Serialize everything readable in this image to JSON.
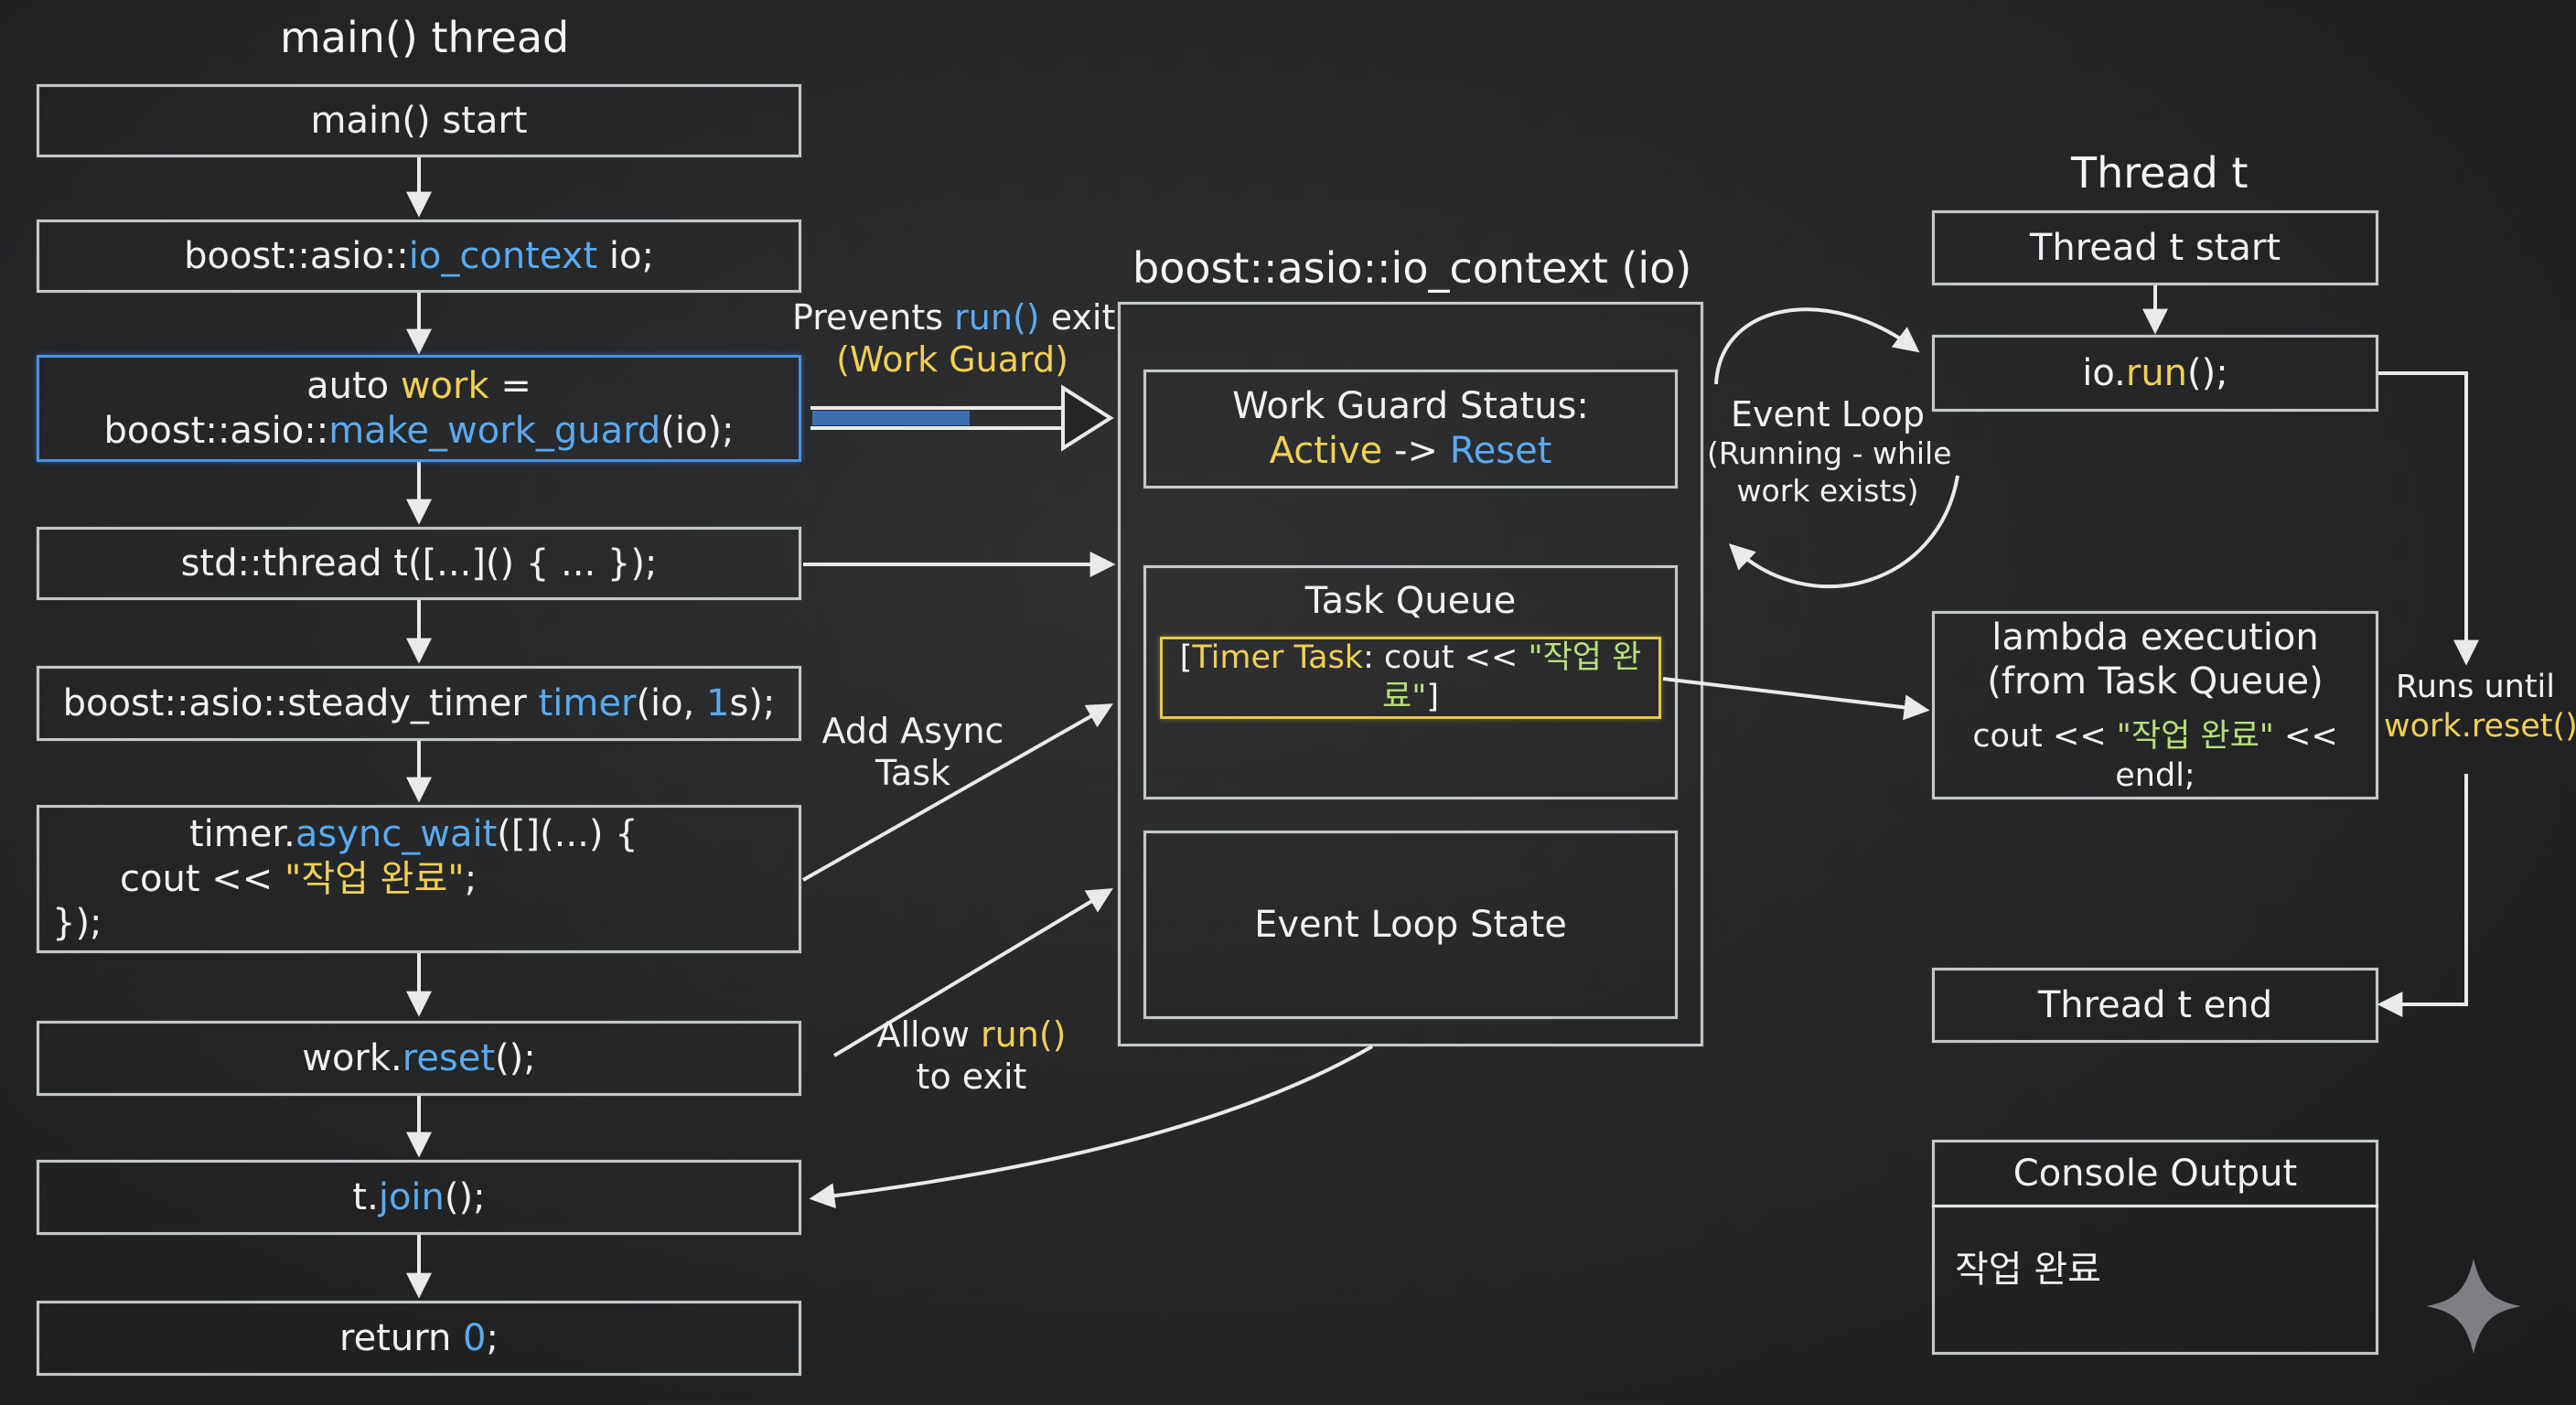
{
  "main_thread": {
    "title": "main() thread",
    "start": "main() start",
    "io_context": {
      "pre": "boost::asio::",
      "hl": "io_context",
      "post": " io;"
    },
    "work_guard": {
      "l1_pre": "auto ",
      "l1_hl": "work",
      "l1_post": " =",
      "l2_pre": "boost::asio::",
      "l2_hl": "make_work_guard",
      "l2_post": "(io);"
    },
    "thread": "std::thread t([...]() { ... });",
    "timer": {
      "pre": "boost::asio::steady_timer ",
      "hl": "timer",
      "mid": "(io, ",
      "num": "1",
      "post": "s);"
    },
    "async_wait": {
      "l1_pre": "timer.",
      "l1_hl": "async_wait",
      "l1_post": "([](...) {",
      "l2_pre": "cout << ",
      "l2_str": "\"작업 완료\"",
      "l2_post": ";",
      "l3": "});"
    },
    "reset": {
      "pre": "work.",
      "hl": "reset",
      "post": "();"
    },
    "join": {
      "pre": "t.",
      "hl": "join",
      "post": "();"
    },
    "ret": {
      "pre": "return ",
      "num": "0",
      "post": ";"
    }
  },
  "arrow_labels": {
    "prevents": {
      "pre": "Prevents ",
      "hl": "run()",
      "post": " exit",
      "guard": "(Work Guard)"
    },
    "add_async": {
      "l1": "Add Async",
      "l2": "Task"
    },
    "allow": {
      "pre": "Allow ",
      "hl": "run()",
      "l2": "to exit"
    },
    "event_loop": {
      "l1": "Event Loop",
      "l2": "(Running - while",
      "l3": "work exists)"
    },
    "runs_until": {
      "l1": "Runs until",
      "l2": "work.reset()"
    }
  },
  "io_context": {
    "title": "boost::asio::io_context (io)",
    "work_guard_status": {
      "label": "Work Guard Status:",
      "active": "Active",
      "arrow": " -> ",
      "reset": "Reset"
    },
    "task_queue": {
      "title": "Task Queue",
      "task_open": "[",
      "task_hl": "Timer Task",
      "task_mid": ": cout << ",
      "task_str": "\"작업 완료\"",
      "task_close": "]"
    },
    "event_loop_state": "Event Loop State"
  },
  "thread_t": {
    "title": "Thread t",
    "start": "Thread t start",
    "run": {
      "pre": "io.",
      "hl": "run",
      "post": "();"
    },
    "lambda": {
      "l1": "lambda execution",
      "l2": "(from Task Queue)",
      "l3_pre": "cout << ",
      "l3_str": "\"작업 완료\"",
      "l3_post": " << endl;"
    },
    "end": "Thread t end"
  },
  "console": {
    "title": "Console Output",
    "output": "작업 완료"
  },
  "colors": {
    "highlight": "#5aaaf0",
    "string": "#f2cf55",
    "korean": "#b7e07a",
    "chalk": "#e8eaec"
  }
}
